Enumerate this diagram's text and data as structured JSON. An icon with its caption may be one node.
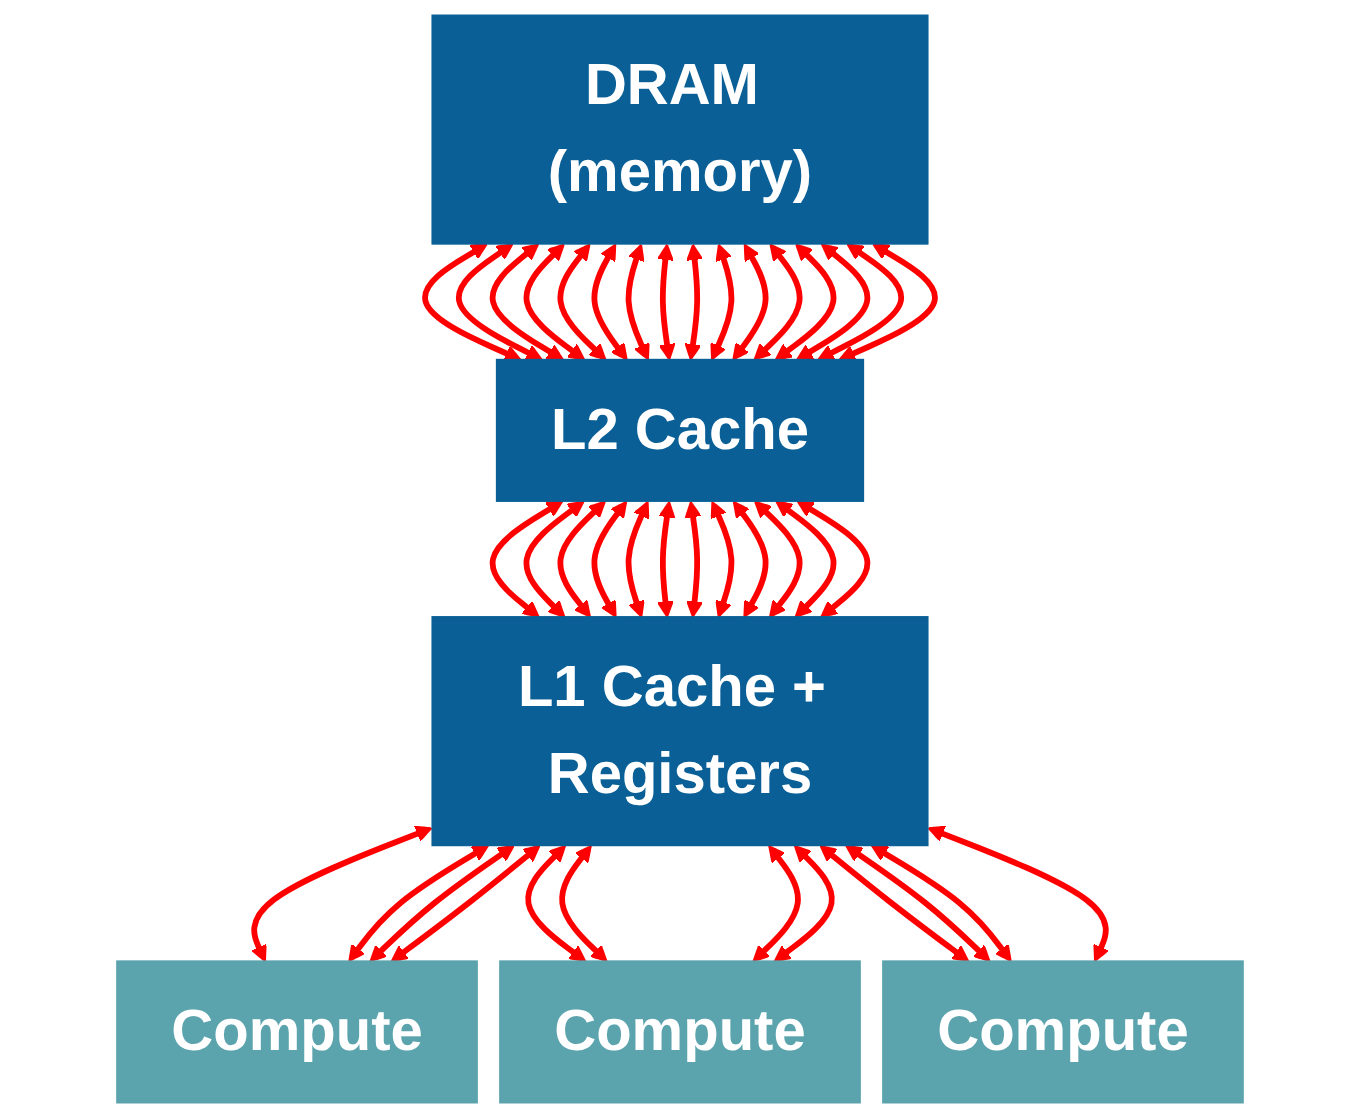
{
  "diagram": {
    "nodes": [
      {
        "text": [
          "DRAM (memory)"
        ]
      },
      {
        "text": [
          "L2 Cache"
        ]
      },
      {
        "text": [
          "L1 Cache + Registers"
        ]
      },
      {
        "text": [
          "Compute"
        ]
      },
      {
        "text": [
          "Compute"
        ]
      },
      {
        "text": [
          "Compute"
        ]
      }
    ],
    "edges": [
      {
        "from": 0,
        "to": 1,
        "arrow": "both"
      },
      {
        "from": 0,
        "to": 1,
        "arrow": "both"
      },
      {
        "from": 0,
        "to": 1,
        "arrow": "both"
      },
      {
        "from": 0,
        "to": 1,
        "arrow": "both"
      },
      {
        "from": 0,
        "to": 1,
        "arrow": "both"
      },
      {
        "from": 0,
        "to": 1,
        "arrow": "both"
      },
      {
        "from": 0,
        "to": 1,
        "arrow": "both"
      },
      {
        "from": 0,
        "to": 1,
        "arrow": "both"
      },
      {
        "from": 0,
        "to": 1,
        "arrow": "both"
      },
      {
        "from": 0,
        "to": 1,
        "arrow": "both"
      },
      {
        "from": 0,
        "to": 1,
        "arrow": "both"
      },
      {
        "from": 0,
        "to": 1,
        "arrow": "both"
      },
      {
        "from": 0,
        "to": 1,
        "arrow": "both"
      },
      {
        "from": 0,
        "to": 1,
        "arrow": "both"
      },
      {
        "from": 0,
        "to": 1,
        "arrow": "both"
      },
      {
        "from": 0,
        "to": 1,
        "arrow": "both"
      },
      {
        "from": 1,
        "to": 2,
        "arrow": "both"
      },
      {
        "from": 1,
        "to": 2,
        "arrow": "both"
      },
      {
        "from": 1,
        "to": 2,
        "arrow": "both"
      },
      {
        "from": 1,
        "to": 2,
        "arrow": "both"
      },
      {
        "from": 1,
        "to": 2,
        "arrow": "both"
      },
      {
        "from": 1,
        "to": 2,
        "arrow": "both"
      },
      {
        "from": 1,
        "to": 2,
        "arrow": "both"
      },
      {
        "from": 1,
        "to": 2,
        "arrow": "both"
      },
      {
        "from": 1,
        "to": 2,
        "arrow": "both"
      },
      {
        "from": 1,
        "to": 2,
        "arrow": "both"
      },
      {
        "from": 1,
        "to": 2,
        "arrow": "both"
      },
      {
        "from": 1,
        "to": 2,
        "arrow": "both"
      },
      {
        "from": 2,
        "to": 3,
        "arrow": "both"
      },
      {
        "from": 2,
        "to": 3,
        "arrow": "both"
      },
      {
        "from": 2,
        "to": 3,
        "arrow": "both"
      },
      {
        "from": 2,
        "to": 3,
        "arrow": "both"
      },
      {
        "from": 2,
        "to": 4,
        "arrow": "both"
      },
      {
        "from": 2,
        "to": 4,
        "arrow": "both"
      },
      {
        "from": 2,
        "to": 4,
        "arrow": "both"
      },
      {
        "from": 2,
        "to": 4,
        "arrow": "both"
      },
      {
        "from": 2,
        "to": 5,
        "arrow": "both"
      },
      {
        "from": 2,
        "to": 5,
        "arrow": "both"
      },
      {
        "from": 2,
        "to": 5,
        "arrow": "both"
      },
      {
        "from": 2,
        "to": 5,
        "arrow": "both"
      }
    ]
  }
}
